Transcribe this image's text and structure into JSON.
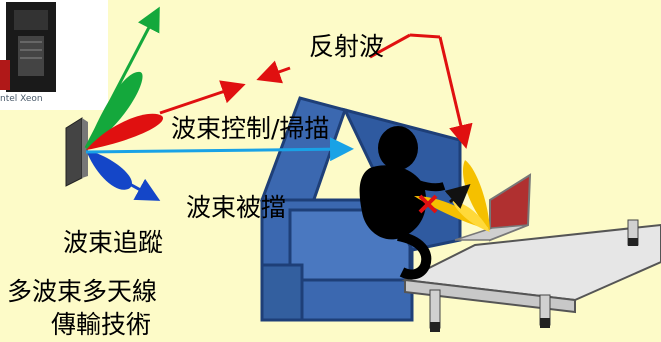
{
  "labels": {
    "reflected_wave": "反射波",
    "beam_steering": "波束控制/掃描",
    "beam_blocked": "波束被擋",
    "beam_tracking": "波束追蹤",
    "mimo_line1": "多波束多天線",
    "mimo_line2": "傳輸技術",
    "server_caption": "ntel Xeon"
  },
  "colors": {
    "background": "#fdfbc8",
    "reflected_ray": "#e01010",
    "direct_ray": "#19a2e6",
    "green_beam": "#14a83c",
    "red_beam": "#e01010",
    "blue_beam": "#1446c8",
    "sofa": "#3b68b0",
    "yellow_beam": "#f5c000"
  },
  "icons": [
    "server-tower-icon",
    "antenna-panel-icon",
    "person-icon",
    "laptop-icon",
    "blocked-x-icon",
    "sofa-icon",
    "table-icon"
  ]
}
